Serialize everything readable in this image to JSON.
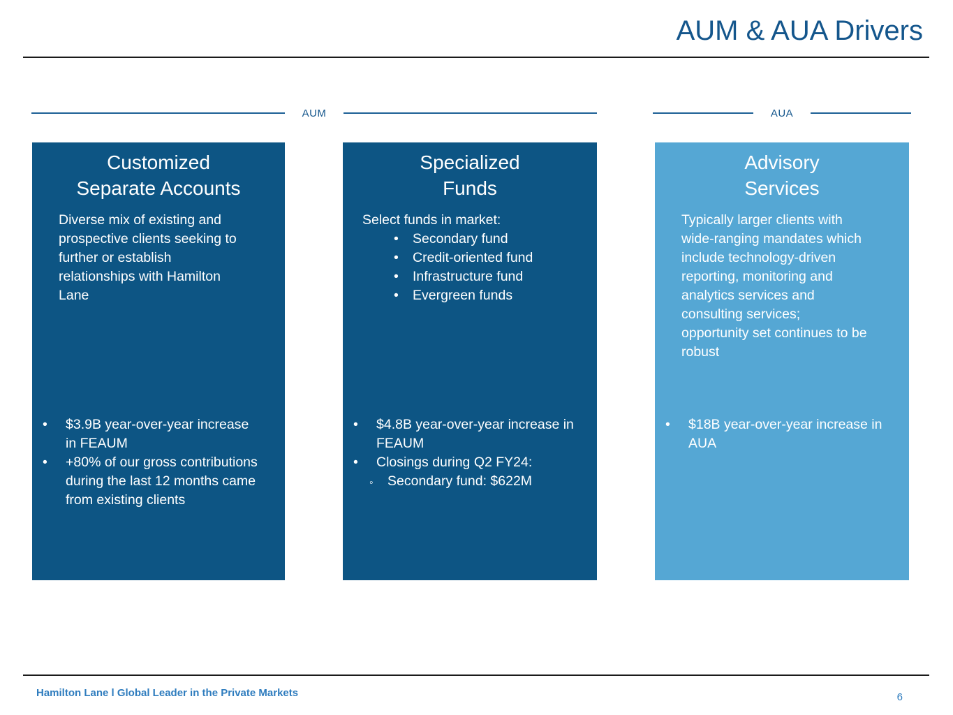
{
  "colors": {
    "dark_card_bg": "#0d5584",
    "light_card_bg": "#55a7d4",
    "title_blue": "#14568c",
    "divider_blue": "#1d6096",
    "footer_blue": "#2e7cbe",
    "rule_dark": "#1b1b1b",
    "card_text": "#ffffff"
  },
  "header": {
    "title": "AUM & AUA Drivers"
  },
  "dividers": {
    "aum": "AUM",
    "aua": "AUA"
  },
  "cards": [
    {
      "title_line1": "Customized",
      "title_line2": "Separate Accounts",
      "body": "Diverse mix of existing and prospective clients seeking to further or establish relationships with Hamilton Lane",
      "bullets": [
        "$3.9B year-over-year increase in FEAUM",
        "+80% of our gross contributions during the last 12 months came from existing clients"
      ]
    },
    {
      "title_line1": "Specialized",
      "title_line2": "Funds",
      "body_intro": "Select funds in market:",
      "funds": [
        "Secondary fund",
        "Credit-oriented fund",
        "Infrastructure fund",
        "Evergreen funds"
      ],
      "bullets": [
        "$4.8B year-over-year increase in FEAUM",
        "Closings during Q2 FY24:"
      ],
      "sub_bullet": "Secondary fund: $622M"
    },
    {
      "title_line1": "Advisory",
      "title_line2": "Services",
      "body": "Typically larger clients with wide-ranging mandates which include technology-driven reporting, monitoring and analytics services and consulting services; opportunity set continues to be robust",
      "bullets": [
        "$18B year-over-year increase in AUA"
      ]
    }
  ],
  "footer": {
    "text": "Hamilton Lane l Global Leader in the Private Markets",
    "page_number": "6"
  }
}
